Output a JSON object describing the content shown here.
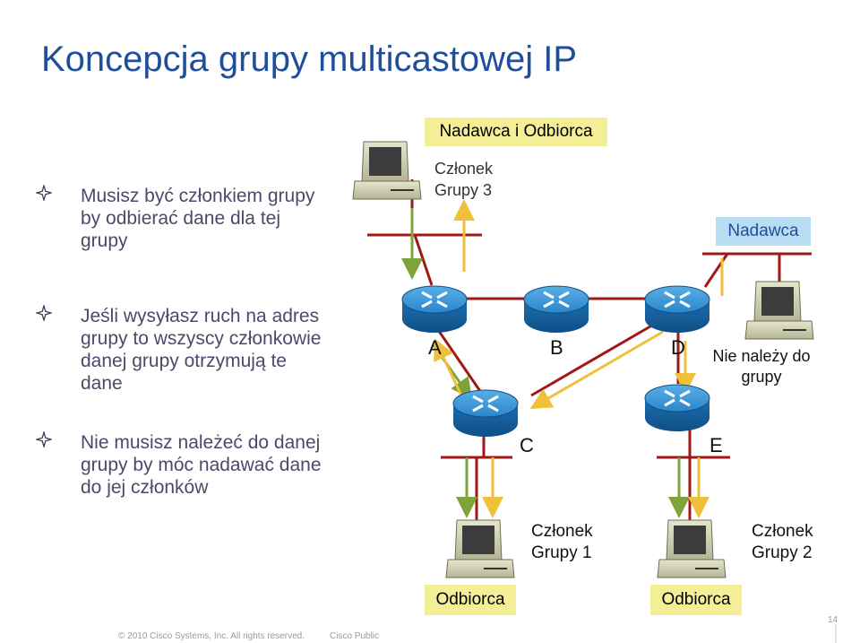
{
  "title": "Koncepcja grupy multicastowej IP",
  "bullets": [
    "Musisz być członkiem grupy by odbierać dane dla tej grupy",
    "Jeśli wysyłasz ruch na adres grupy to wszyscy członkowie danej grupy otrzymują te dane",
    "Nie musisz należeć do danej grupy by móc nadawać dane do jej członków"
  ],
  "diagram": {
    "routers": [
      "A",
      "B",
      "C",
      "D",
      "E"
    ],
    "box_sender_receiver": "Nadawca i Odbiorca",
    "box_sender": "Nadawca",
    "box_receiver_1": "Odbiorca",
    "box_receiver_2": "Odbiorca",
    "member_group3_line1": "Członek",
    "member_group3_line2": "Grupy 3",
    "member_group1_line1": "Członek",
    "member_group1_line2": "Grupy 1",
    "member_group2_line1": "Członek",
    "member_group2_line2": "Grupy 2",
    "non_member_line1": "Nie należy do",
    "non_member_line2": "grupy"
  },
  "footer": {
    "copyright": "© 2010 Cisco Systems, Inc. All rights reserved.",
    "classification": "Cisco Public",
    "page_number": "14"
  },
  "colors": {
    "title": "#1f4e9a",
    "network_line": "#a01919",
    "member_flow": "#7ea33a",
    "sender_flow": "#f0c03a",
    "box_sender_receiver_fill": "#f4ee96",
    "box_sender_fill": "#b9dcf2",
    "router_blue": "#1b73b8"
  }
}
